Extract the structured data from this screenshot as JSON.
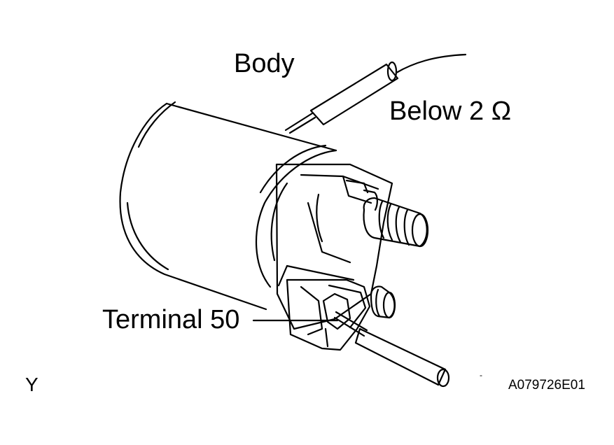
{
  "labels": {
    "body": "Body",
    "resistance": "Below 2 Ω",
    "terminal": "Terminal 50",
    "corner_letter": "Y",
    "figure_code": "A079726E01",
    "mark": "-"
  },
  "icons": [
    "starter-solenoid",
    "tester-probe-body",
    "tester-probe-terminal"
  ],
  "colors": {
    "ink": "#000000",
    "paper": "#ffffff"
  }
}
